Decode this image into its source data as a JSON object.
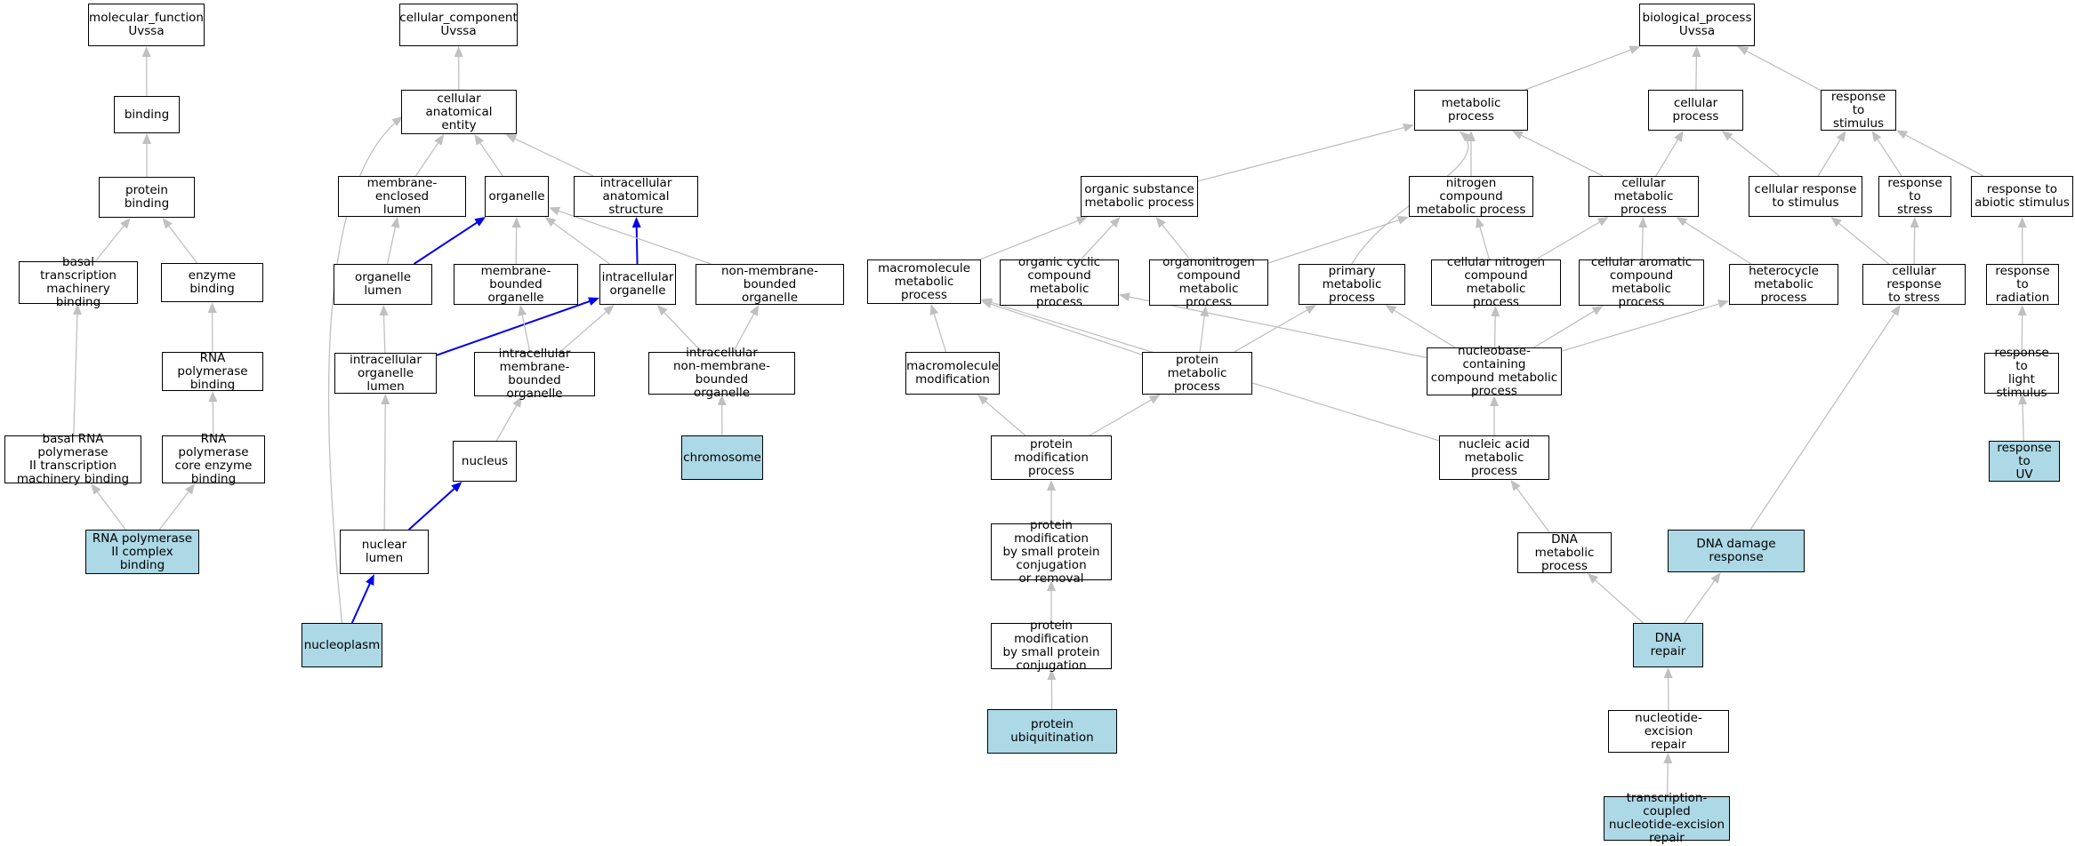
{
  "colors": {
    "highlight": "#add8e6",
    "edge_default": "#c0c0c0",
    "edge_path": "#0000ee",
    "border": "#000000"
  },
  "nodes": {
    "mf_root": "molecular_function\nUvssa",
    "binding": "binding",
    "protein_binding": "protein binding",
    "basal_tx_binding": "basal transcription\nmachinery binding",
    "enzyme_binding": "enzyme binding",
    "rnap_binding": "RNA polymerase\nbinding",
    "basal_rnap2_binding": "basal RNA polymerase\nII transcription\nmachinery binding",
    "rnap_core_binding": "RNA polymerase\ncore enzyme\nbinding",
    "rnap2_complex_binding": "RNA polymerase\nII complex binding",
    "cc_root": "cellular_component\nUvssa",
    "cell_anat_entity": "cellular anatomical\nentity",
    "membrane_enclosed_lumen": "membrane-enclosed\nlumen",
    "organelle": "organelle",
    "intracellular_anat": "intracellular\nanatomical structure",
    "organelle_lumen": "organelle lumen",
    "membrane_bounded_org": "membrane-bounded\norganelle",
    "intracellular_org": "intracellular\norganelle",
    "non_membrane_org": "non-membrane-bounded\norganelle",
    "intracellular_org_lumen": "intracellular\norganelle lumen",
    "intracellular_mb_org": "intracellular\nmembrane-bounded\norganelle",
    "intracellular_nmb_org": "intracellular\nnon-membrane-bounded\norganelle",
    "nucleus": "nucleus",
    "chromosome": "chromosome",
    "nuclear_lumen": "nuclear lumen",
    "nucleoplasm": "nucleoplasm",
    "bp_root": "biological_process\nUvssa",
    "metabolic_process": "metabolic process",
    "cellular_process": "cellular process",
    "response_stimulus": "response to\nstimulus",
    "organic_subst_met": "organic substance\nmetabolic process",
    "nitrogen_compound_met": "nitrogen compound\nmetabolic process",
    "cellular_met": "cellular metabolic\nprocess",
    "cellular_resp_stimulus": "cellular response\nto stimulus",
    "resp_stress": "response to\nstress",
    "resp_abiotic": "response to\nabiotic stimulus",
    "macromolecule_met": "macromolecule\nmetabolic process",
    "organic_cyclic_met": "organic cyclic\ncompound metabolic\nprocess",
    "organonitrogen_met": "organonitrogen\ncompound metabolic\nprocess",
    "primary_met": "primary metabolic\nprocess",
    "cellular_nitrogen_met": "cellular nitrogen\ncompound metabolic\nprocess",
    "cellular_aromatic_met": "cellular aromatic\ncompound metabolic\nprocess",
    "heterocycle_met": "heterocycle\nmetabolic process",
    "cellular_resp_stress": "cellular response\nto stress",
    "resp_radiation": "response to\nradiation",
    "macromolecule_mod": "macromolecule\nmodification",
    "protein_met": "protein metabolic\nprocess",
    "nucleobase_met": "nucleobase-containing\ncompound metabolic\nprocess",
    "resp_light": "response to\nlight stimulus",
    "protein_mod": "protein modification\nprocess",
    "nucleic_acid_met": "nucleic acid\nmetabolic process",
    "resp_uv": "response to\nUV",
    "protein_mod_small": "protein modification\nby small protein\nconjugation\nor removal",
    "dna_met": "DNA metabolic\nprocess",
    "dna_damage_resp": "DNA damage response",
    "protein_mod_small_conj": "protein modification\nby small protein\nconjugation",
    "dna_repair": "DNA repair",
    "protein_ubiq": "protein ubiquitination",
    "ner": "nucleotide-excision\nrepair",
    "tc_ner": "transcription-coupled\nnucleotide-excision\nrepair"
  },
  "highlighted": [
    "rnap2_complex_binding",
    "chromosome",
    "nucleoplasm",
    "protein_ubiq",
    "dna_damage_resp",
    "dna_repair",
    "tc_ner",
    "resp_uv"
  ],
  "edges": [
    {
      "from": "binding",
      "to": "mf_root"
    },
    {
      "from": "protein_binding",
      "to": "binding"
    },
    {
      "from": "basal_tx_binding",
      "to": "protein_binding"
    },
    {
      "from": "enzyme_binding",
      "to": "protein_binding"
    },
    {
      "from": "rnap_binding",
      "to": "enzyme_binding"
    },
    {
      "from": "basal_rnap2_binding",
      "to": "basal_tx_binding"
    },
    {
      "from": "rnap_core_binding",
      "to": "rnap_binding"
    },
    {
      "from": "rnap2_complex_binding",
      "to": "basal_rnap2_binding"
    },
    {
      "from": "rnap2_complex_binding",
      "to": "rnap_core_binding"
    },
    {
      "from": "cell_anat_entity",
      "to": "cc_root"
    },
    {
      "from": "membrane_enclosed_lumen",
      "to": "cell_anat_entity"
    },
    {
      "from": "organelle",
      "to": "cell_anat_entity"
    },
    {
      "from": "intracellular_anat",
      "to": "cell_anat_entity"
    },
    {
      "from": "organelle_lumen",
      "to": "membrane_enclosed_lumen"
    },
    {
      "from": "organelle_lumen",
      "to": "organelle",
      "path": true
    },
    {
      "from": "membrane_bounded_org",
      "to": "organelle"
    },
    {
      "from": "intracellular_org",
      "to": "organelle"
    },
    {
      "from": "intracellular_org",
      "to": "intracellular_anat",
      "path": true
    },
    {
      "from": "non_membrane_org",
      "to": "organelle"
    },
    {
      "from": "intracellular_org_lumen",
      "to": "organelle_lumen"
    },
    {
      "from": "intracellular_org_lumen",
      "to": "intracellular_org",
      "path": true
    },
    {
      "from": "intracellular_mb_org",
      "to": "membrane_bounded_org"
    },
    {
      "from": "intracellular_mb_org",
      "to": "intracellular_org"
    },
    {
      "from": "intracellular_nmb_org",
      "to": "intracellular_org"
    },
    {
      "from": "intracellular_nmb_org",
      "to": "non_membrane_org"
    },
    {
      "from": "nucleus",
      "to": "intracellular_mb_org"
    },
    {
      "from": "chromosome",
      "to": "intracellular_nmb_org"
    },
    {
      "from": "nuclear_lumen",
      "to": "intracellular_org_lumen"
    },
    {
      "from": "nuclear_lumen",
      "to": "nucleus",
      "path": true
    },
    {
      "from": "nucleoplasm",
      "to": "nuclear_lumen",
      "path": true
    },
    {
      "from": "nucleoplasm",
      "to": "cell_anat_entity",
      "curve": "left"
    },
    {
      "from": "metabolic_process",
      "to": "bp_root"
    },
    {
      "from": "cellular_process",
      "to": "bp_root"
    },
    {
      "from": "response_stimulus",
      "to": "bp_root"
    },
    {
      "from": "organic_subst_met",
      "to": "metabolic_process"
    },
    {
      "from": "nitrogen_compound_met",
      "to": "metabolic_process"
    },
    {
      "from": "cellular_met",
      "to": "metabolic_process"
    },
    {
      "from": "cellular_met",
      "to": "cellular_process"
    },
    {
      "from": "cellular_resp_stimulus",
      "to": "cellular_process"
    },
    {
      "from": "cellular_resp_stimulus",
      "to": "response_stimulus"
    },
    {
      "from": "resp_stress",
      "to": "response_stimulus"
    },
    {
      "from": "resp_abiotic",
      "to": "response_stimulus"
    },
    {
      "from": "macromolecule_met",
      "to": "organic_subst_met"
    },
    {
      "from": "organic_cyclic_met",
      "to": "organic_subst_met"
    },
    {
      "from": "organonitrogen_met",
      "to": "organic_subst_met"
    },
    {
      "from": "organonitrogen_met",
      "to": "nitrogen_compound_met"
    },
    {
      "from": "primary_met",
      "to": "metabolic_process",
      "curve": "right"
    },
    {
      "from": "cellular_nitrogen_met",
      "to": "nitrogen_compound_met"
    },
    {
      "from": "cellular_nitrogen_met",
      "to": "cellular_met"
    },
    {
      "from": "cellular_aromatic_met",
      "to": "cellular_met"
    },
    {
      "from": "heterocycle_met",
      "to": "cellular_met"
    },
    {
      "from": "cellular_resp_stress",
      "to": "cellular_resp_stimulus"
    },
    {
      "from": "cellular_resp_stress",
      "to": "resp_stress"
    },
    {
      "from": "resp_radiation",
      "to": "resp_abiotic"
    },
    {
      "from": "macromolecule_mod",
      "to": "macromolecule_met"
    },
    {
      "from": "protein_met",
      "to": "macromolecule_met"
    },
    {
      "from": "protein_met",
      "to": "organonitrogen_met"
    },
    {
      "from": "protein_met",
      "to": "primary_met"
    },
    {
      "from": "nucleobase_met",
      "to": "organic_cyclic_met"
    },
    {
      "from": "nucleobase_met",
      "to": "primary_met"
    },
    {
      "from": "nucleobase_met",
      "to": "cellular_nitrogen_met"
    },
    {
      "from": "nucleobase_met",
      "to": "cellular_aromatic_met"
    },
    {
      "from": "nucleobase_met",
      "to": "heterocycle_met"
    },
    {
      "from": "resp_light",
      "to": "resp_radiation"
    },
    {
      "from": "protein_mod",
      "to": "macromolecule_mod"
    },
    {
      "from": "protein_mod",
      "to": "protein_met"
    },
    {
      "from": "nucleic_acid_met",
      "to": "macromolecule_met"
    },
    {
      "from": "nucleic_acid_met",
      "to": "nucleobase_met"
    },
    {
      "from": "resp_uv",
      "to": "resp_light"
    },
    {
      "from": "protein_mod_small",
      "to": "protein_mod"
    },
    {
      "from": "dna_met",
      "to": "nucleic_acid_met"
    },
    {
      "from": "dna_damage_resp",
      "to": "cellular_resp_stress"
    },
    {
      "from": "protein_mod_small_conj",
      "to": "protein_mod_small"
    },
    {
      "from": "dna_repair",
      "to": "dna_met"
    },
    {
      "from": "dna_repair",
      "to": "dna_damage_resp"
    },
    {
      "from": "protein_ubiq",
      "to": "protein_mod_small_conj"
    },
    {
      "from": "ner",
      "to": "dna_repair"
    },
    {
      "from": "tc_ner",
      "to": "ner"
    }
  ]
}
